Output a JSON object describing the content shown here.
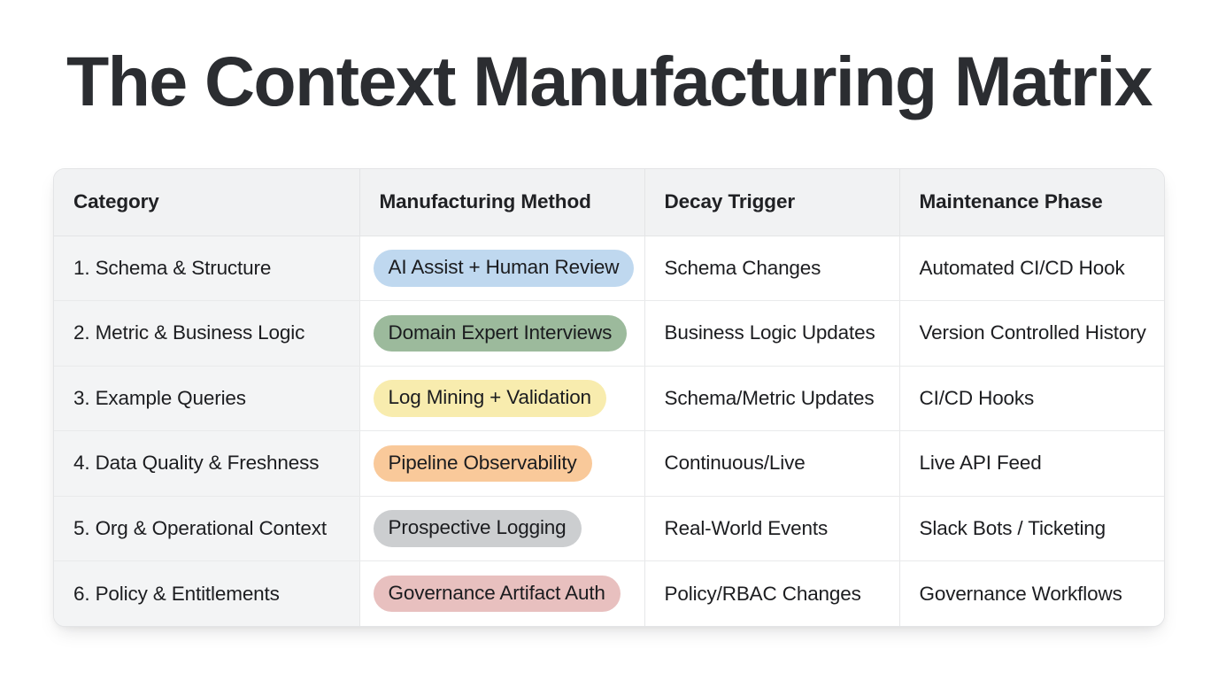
{
  "title": "The Context Manufacturing Matrix",
  "table": {
    "columns": [
      {
        "key": "category",
        "label": "Category"
      },
      {
        "key": "method",
        "label": "Manufacturing Method"
      },
      {
        "key": "decay",
        "label": "Decay Trigger"
      },
      {
        "key": "maintenance",
        "label": "Maintenance Phase"
      }
    ],
    "rows": [
      {
        "category": "1. Schema & Structure",
        "method": "AI Assist + Human Review",
        "method_color": "#bfd8ef",
        "decay": "Schema Changes",
        "maintenance": "Automated CI/CD Hook"
      },
      {
        "category": "2. Metric & Business Logic",
        "method": "Domain Expert Interviews",
        "method_color": "#9cba9c",
        "decay": "Business Logic Updates",
        "maintenance": "Version Controlled History"
      },
      {
        "category": "3. Example Queries",
        "method": "Log Mining + Validation",
        "method_color": "#f8ecae",
        "decay": "Schema/Metric Updates",
        "maintenance": "CI/CD Hooks"
      },
      {
        "category": "4. Data Quality & Freshness",
        "method": "Pipeline Observability",
        "method_color": "#f9c99a",
        "decay": "Continuous/Live",
        "maintenance": "Live API Feed"
      },
      {
        "category": "5. Org & Operational Context",
        "method": "Prospective Logging",
        "method_color": "#ccced0",
        "decay": "Real-World Events",
        "maintenance": "Slack Bots / Ticketing"
      },
      {
        "category": "6. Policy & Entitlements",
        "method": "Governance Artifact Auth",
        "method_color": "#e8c0bf",
        "decay": "Policy/RBAC Changes",
        "maintenance": "Governance Workflows"
      }
    ]
  },
  "colors": {
    "page_background": "#ffffff",
    "title_text": "#2b2d31",
    "header_background": "#f1f2f3",
    "category_column_background": "#f3f4f5",
    "cell_background": "#ffffff",
    "border": "#e3e4e6",
    "row_divider": "#e9eaeb",
    "body_text": "#1c1d20"
  }
}
